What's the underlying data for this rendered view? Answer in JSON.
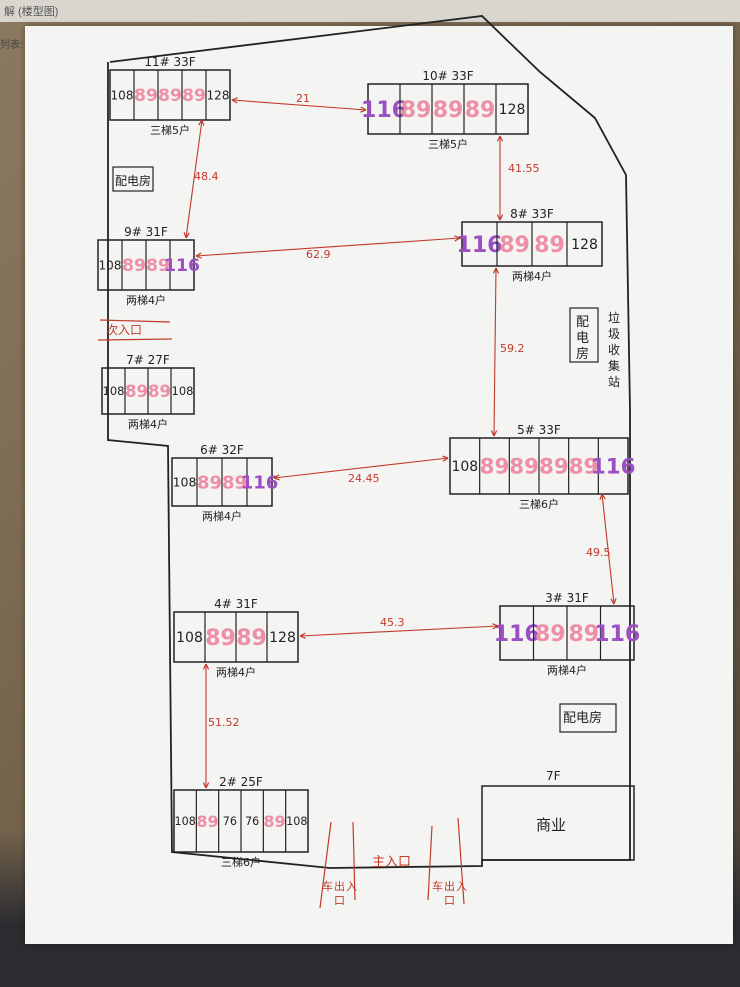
{
  "page": {
    "top_text": "解 (楼型图)",
    "left_edge_text": "列表:"
  },
  "colors": {
    "unit_pink": "#ef8fa6",
    "unit_purple": "#9b4fc2",
    "distance_red": "#c23a2a",
    "ink": "#222222"
  },
  "buildings": [
    {
      "id": "b11",
      "label": "11# 33F",
      "elevator": "三梯5户",
      "units": [
        "108",
        "89",
        "89",
        "89",
        "128"
      ],
      "unit_colors": [
        "ink",
        "pink",
        "pink",
        "pink",
        "ink"
      ]
    },
    {
      "id": "b10",
      "label": "10# 33F",
      "elevator": "三梯5户",
      "units": [
        "116",
        "89",
        "89",
        "89",
        "128"
      ],
      "unit_colors": [
        "purple",
        "pink",
        "pink",
        "pink",
        "ink"
      ]
    },
    {
      "id": "b9",
      "label": "9# 31F",
      "elevator": "两梯4户",
      "units": [
        "108",
        "89",
        "89",
        "116"
      ],
      "unit_colors": [
        "ink",
        "pink",
        "pink",
        "purple"
      ]
    },
    {
      "id": "b8",
      "label": "8# 33F",
      "elevator": "两梯4户",
      "units": [
        "116",
        "89",
        "89",
        "128"
      ],
      "unit_colors": [
        "purple",
        "pink",
        "pink",
        "ink"
      ]
    },
    {
      "id": "b7",
      "label": "7# 27F",
      "elevator": "两梯4户",
      "units": [
        "108",
        "89",
        "89",
        "108"
      ],
      "unit_colors": [
        "ink",
        "pink",
        "pink",
        "ink"
      ]
    },
    {
      "id": "b6",
      "label": "6# 32F",
      "elevator": "两梯4户",
      "units": [
        "108",
        "89",
        "89",
        "116"
      ],
      "unit_colors": [
        "ink",
        "pink",
        "pink",
        "purple"
      ]
    },
    {
      "id": "b5",
      "label": "5# 33F",
      "elevator": "三梯6户",
      "units": [
        "108",
        "89",
        "89",
        "89",
        "89",
        "116"
      ],
      "unit_colors": [
        "ink",
        "pink",
        "pink",
        "pink",
        "pink",
        "purple"
      ]
    },
    {
      "id": "b4",
      "label": "4# 31F",
      "elevator": "两梯4户",
      "units": [
        "108",
        "89",
        "89",
        "128"
      ],
      "unit_colors": [
        "ink",
        "pink",
        "pink",
        "ink"
      ]
    },
    {
      "id": "b3",
      "label": "3# 31F",
      "elevator": "两梯4户",
      "units": [
        "116",
        "89",
        "89",
        "116"
      ],
      "unit_colors": [
        "purple",
        "pink",
        "pink",
        "purple"
      ]
    },
    {
      "id": "b2",
      "label": "2# 25F",
      "elevator": "三梯6户",
      "units": [
        "108",
        "89",
        "76",
        "76",
        "89",
        "108"
      ],
      "unit_colors": [
        "ink",
        "pink",
        "ink",
        "ink",
        "pink",
        "ink"
      ]
    }
  ],
  "distances": [
    {
      "between": "11-10",
      "value": "21"
    },
    {
      "between": "11-9",
      "value": "48.4"
    },
    {
      "between": "10-8",
      "value": "41.55"
    },
    {
      "between": "9-8",
      "value": "62.9"
    },
    {
      "between": "8-5",
      "value": "59.2"
    },
    {
      "between": "6-5",
      "value": "24.45"
    },
    {
      "between": "5-3",
      "value": "49.5"
    },
    {
      "between": "4-3",
      "value": "45.3"
    },
    {
      "between": "4-2",
      "value": "51.52"
    }
  ],
  "facilities": {
    "substation_top": "配电房",
    "substation_bottom": "配电房",
    "substation_right": [
      "配",
      "电",
      "房"
    ],
    "garbage_station": [
      "垃",
      "圾",
      "收",
      "集",
      "站"
    ],
    "secondary_entrance": "次入口",
    "main_entrance": "主入口",
    "car_entrance_left": [
      "车",
      "出",
      "入",
      "口"
    ],
    "car_entrance_right": [
      "车",
      "出",
      "入",
      "口"
    ],
    "commercial_label": "商业",
    "commercial_floors": "7F"
  }
}
